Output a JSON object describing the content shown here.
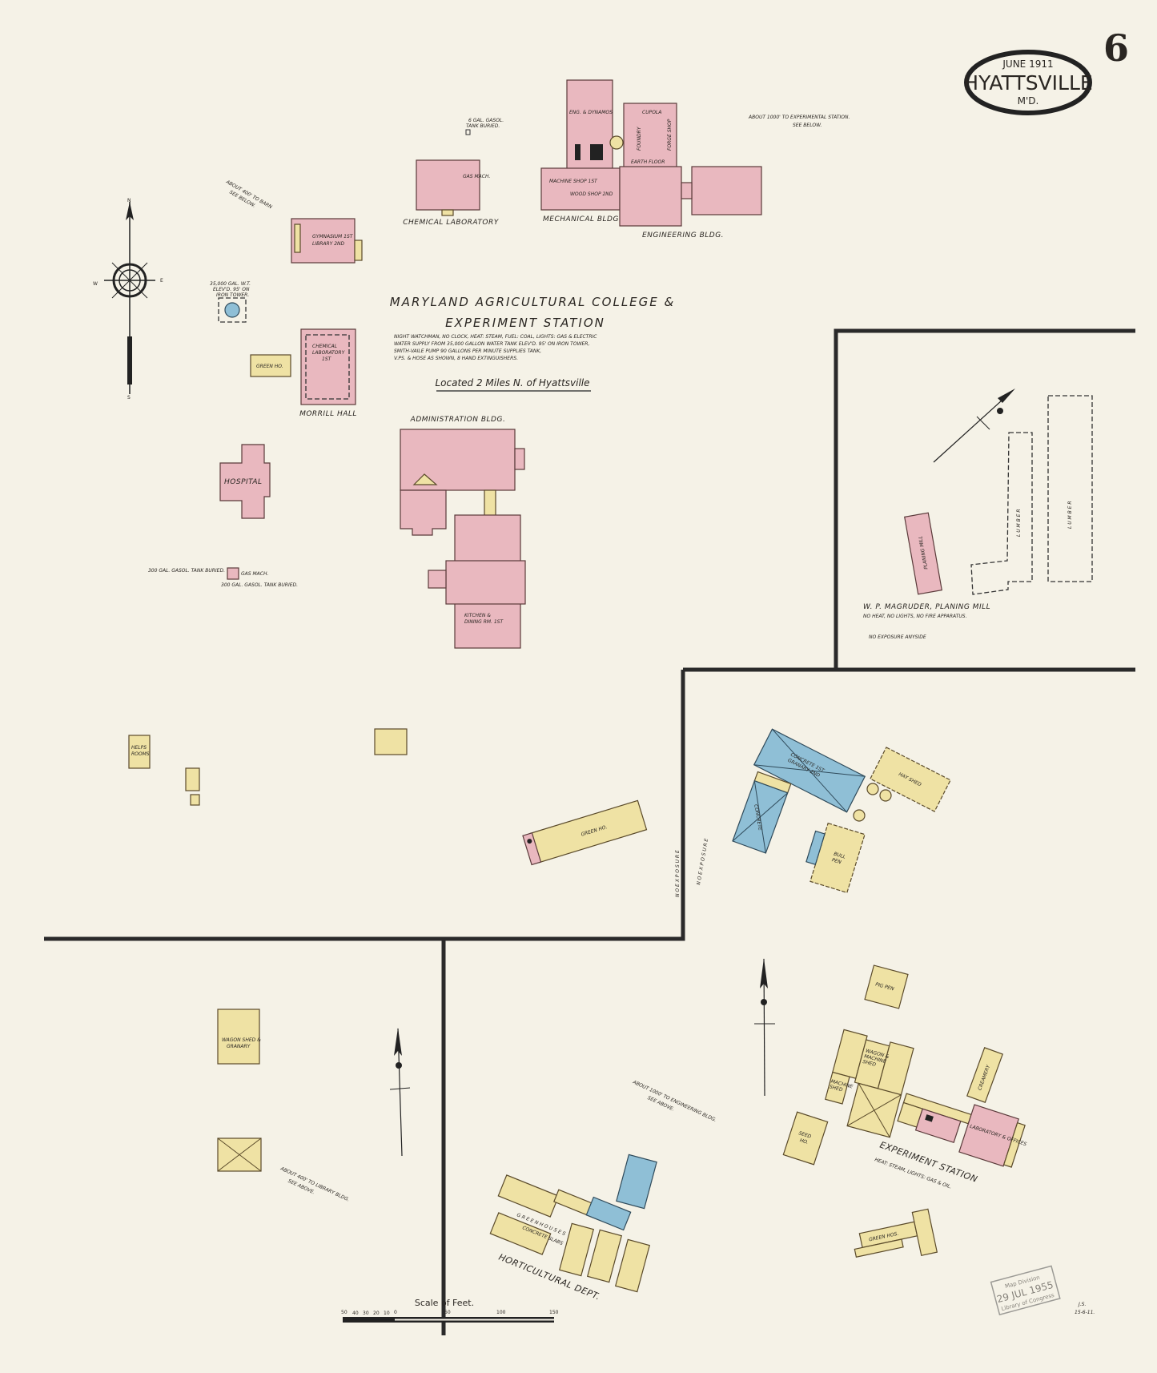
{
  "cartouche": {
    "date": "JUNE 1911",
    "town": "HYATTSVILLE",
    "state": "M'D.",
    "sheet_number": "6"
  },
  "title": {
    "line1": "MARYLAND AGRICULTURAL COLLEGE &",
    "line2": "EXPERIMENT STATION",
    "notes": [
      "NIGHT WATCHMAN, NO CLOCK, HEAT: STEAM, FUEL: COAL, LIGHTS: GAS & ELECTRIC",
      "WATER SUPPLY FROM 35,000 GALLON WATER TANK ELEV'D. 95' ON IRON TOWER,",
      "SMITH-VAILE PUMP 90 GALLONS PER MINUTE SUPPLIES TANK,",
      "V.PS. & HOSE AS SHOWN, 8 HAND EXTINGUISHERS."
    ],
    "location": "Located 2 Miles N. of Hyattsville"
  },
  "notes": {
    "to_experimental": [
      "ABOUT 1000' TO EXPERIMENTAL STATION.",
      "SEE BELOW."
    ],
    "to_barn": [
      "ABOUT 400' TO BARN",
      "SEE BELOW."
    ],
    "gasoline_tank": [
      "6 GAL. GASOL.",
      "TANK BURIED."
    ],
    "water_tank": [
      "35,000 GAL. W.T.",
      "ELEV'D. 95' ON",
      "IRON TOWER."
    ],
    "to_engineering": [
      "ABOUT 1000' TO ENGINEERING BLDG.",
      "SEE ABOVE."
    ],
    "to_library": [
      "ABOUT 400' TO LIBRARY BLDG.",
      "SEE ABOVE."
    ],
    "buried_tanks": [
      "300 GAL. GASOL. TANK BURIED.",
      "GAS MACH.",
      "300 GAL. GASOL. TANK BURIED."
    ],
    "no_exposure_1": "N O   E X P O S U R E",
    "no_exposure_2": "N O   E X P O S U R E"
  },
  "buildings": {
    "chemical_laboratory": "CHEMICAL LABORATORY",
    "gas_mach": "GAS MACH.",
    "mechanical": "MECHANICAL BLDG.",
    "machine_shop": "MACHINE SHOP 1ST",
    "wood_shop": "WOOD SHOP 2ND",
    "eng_dynamos": "ENG. & DYNAMOS",
    "engineering": "ENGINEERING BLDG.",
    "foundry": "FOUNDRY",
    "forge_shop": "FORGE SHOP",
    "earth_floor": "EARTH FLOOR",
    "cupola": "CUPOLA",
    "gymnasium": [
      "GYMNASIUM 1ST",
      "LIBRARY 2ND"
    ],
    "chem_lab_morrill": [
      "CHEMICAL",
      "LABORATORY",
      "1ST"
    ],
    "morrill_hall": "MORRILL HALL",
    "green_ho_c": "GREEN HO.",
    "hospital": "HOSPITAL",
    "administration": "ADMINISTRATION BLDG.",
    "kitchen": [
      "KITCHEN &",
      "DINING RM. 1ST"
    ],
    "helps_rooms": [
      "HELPS",
      "ROOMS"
    ],
    "green_ho_d": "GREEN HO.",
    "planing_mill": "PLANING MILL",
    "lumber": "L U M B E R",
    "magruder": "W. P. MAGRUDER, PLANING MILL",
    "magruder_notes": "NO HEAT, NO LIGHTS, NO FIRE APPARATUS.",
    "no_exposure_anyside": "NO EXPOSURE ANYSIDE",
    "granary": [
      "CONCRETE 1ST",
      "GRANARY 2ND"
    ],
    "concrete": "CONCRETE",
    "hay_shed": "HAY SHED",
    "bull_pen": [
      "BULL",
      "PEN"
    ],
    "pig_pen": "PIG PEN",
    "wagon_machine_shed": [
      "WAGON &",
      "MACHINE",
      "SHED"
    ],
    "machine_shed": [
      "MACHINE",
      "SHED"
    ],
    "creamery": "CREAMERY",
    "seed_ho": [
      "SEED",
      "HO."
    ],
    "lab_offices": "LABORATORY & OFFICES",
    "experiment_station": "EXPERIMENT STATION",
    "experiment_station_notes": "HEAT: STEAM, LIGHTS: GAS & OIL.",
    "green_hos": "GREEN HOS.",
    "green_houses": "G R E E N   H O U S E S",
    "concrete_slabs": "CONCRETE SLABS",
    "horticultural": "HORTICULTURAL DEPT.",
    "wagon_shed_granary": [
      "WAGON SHED &",
      "GRANARY"
    ]
  },
  "scale": {
    "title": "Scale of Feet.",
    "ticks": [
      "50",
      "40",
      "30",
      "20",
      "10",
      "0",
      "50",
      "100",
      "150"
    ]
  },
  "stamp": {
    "lines": [
      "Map Division",
      "29 JUL 1955",
      "Library of Congress"
    ]
  },
  "initials": [
    "J.S.",
    "15-6-11."
  ],
  "colors": {
    "brick": "#e9b8bf",
    "frame": "#efe2a4",
    "stone_concrete": "#8fbfd6",
    "paper": "#f5f2e7"
  },
  "compass": {
    "letters": [
      "N",
      "S",
      "E",
      "W"
    ]
  }
}
